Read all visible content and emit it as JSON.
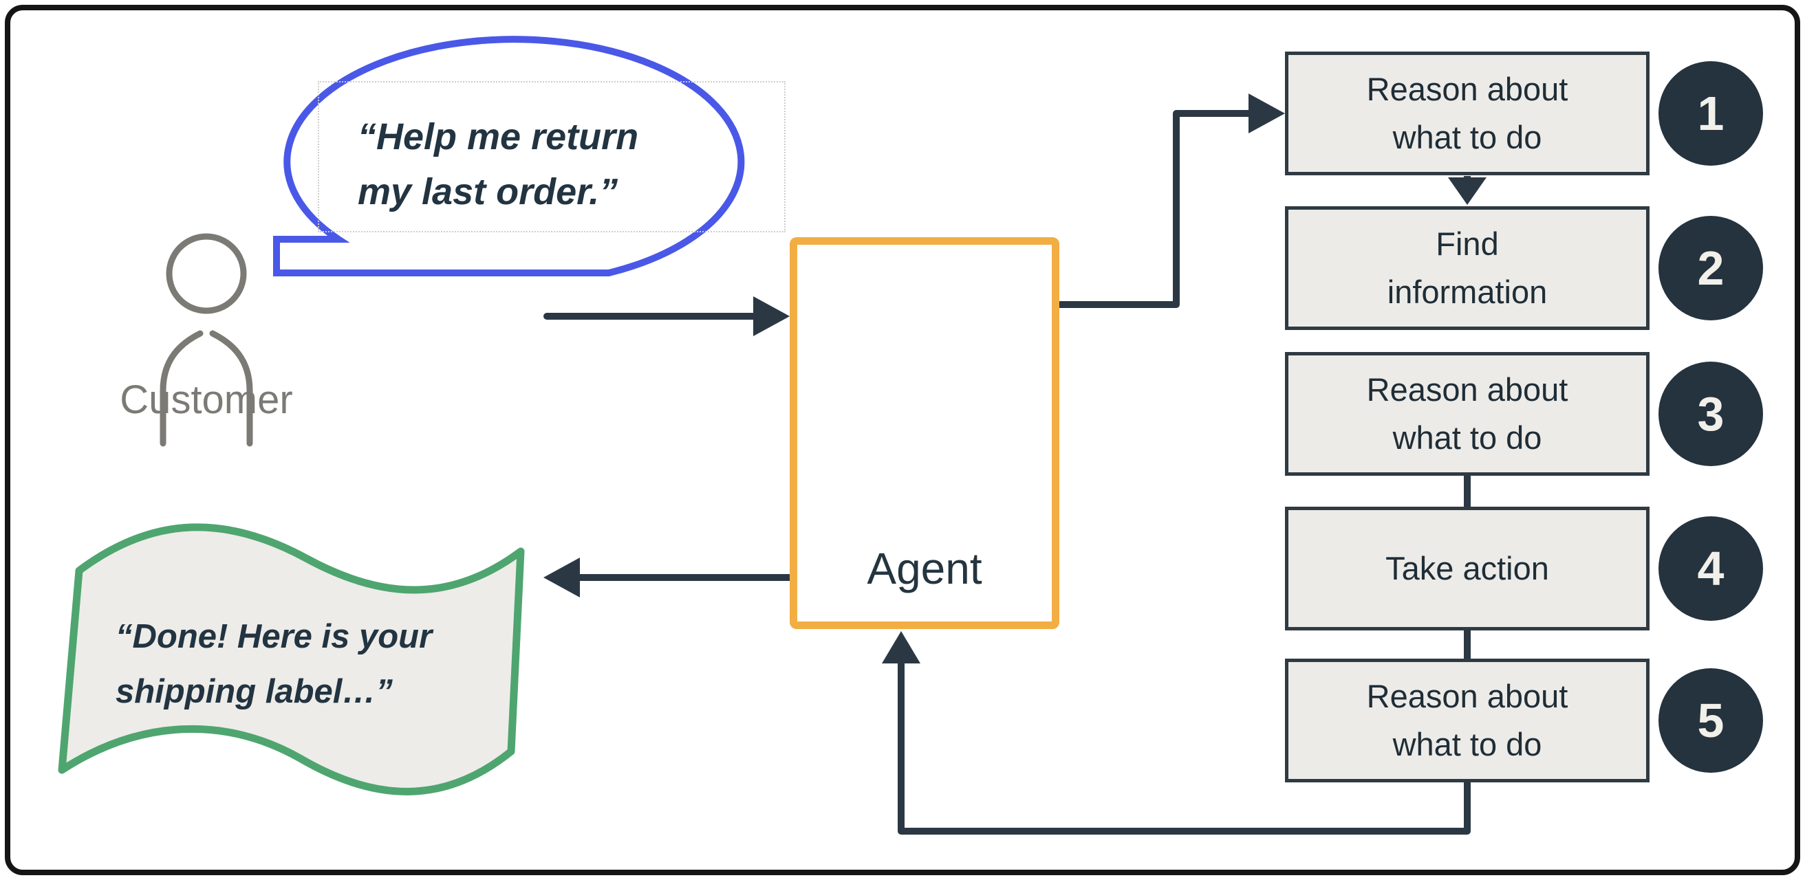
{
  "bubble": {
    "line1": "“Help me return",
    "line2": "my last order.”"
  },
  "customer": {
    "label": "Customer"
  },
  "agent": {
    "label": "Agent"
  },
  "steps": [
    {
      "num": "1",
      "line1": "Reason about",
      "line2": "what to do"
    },
    {
      "num": "2",
      "line1": "Find",
      "line2": "information"
    },
    {
      "num": "3",
      "line1": "Reason about",
      "line2": "what to do"
    },
    {
      "num": "4",
      "line1": "Take action",
      "line2": ""
    },
    {
      "num": "5",
      "line1": "Reason about",
      "line2": "what to do"
    }
  ],
  "flag": {
    "line1": "“Done! Here is your",
    "line2": "shipping label…”"
  },
  "colors": {
    "bubble_blue": "#4A58E8",
    "accent_orange": "#F2AE43",
    "flag_green": "#4FA56F",
    "dark_slate": "#24333E",
    "box_fill": "#ECEBE8",
    "customer_gray": "#7B7A75"
  }
}
